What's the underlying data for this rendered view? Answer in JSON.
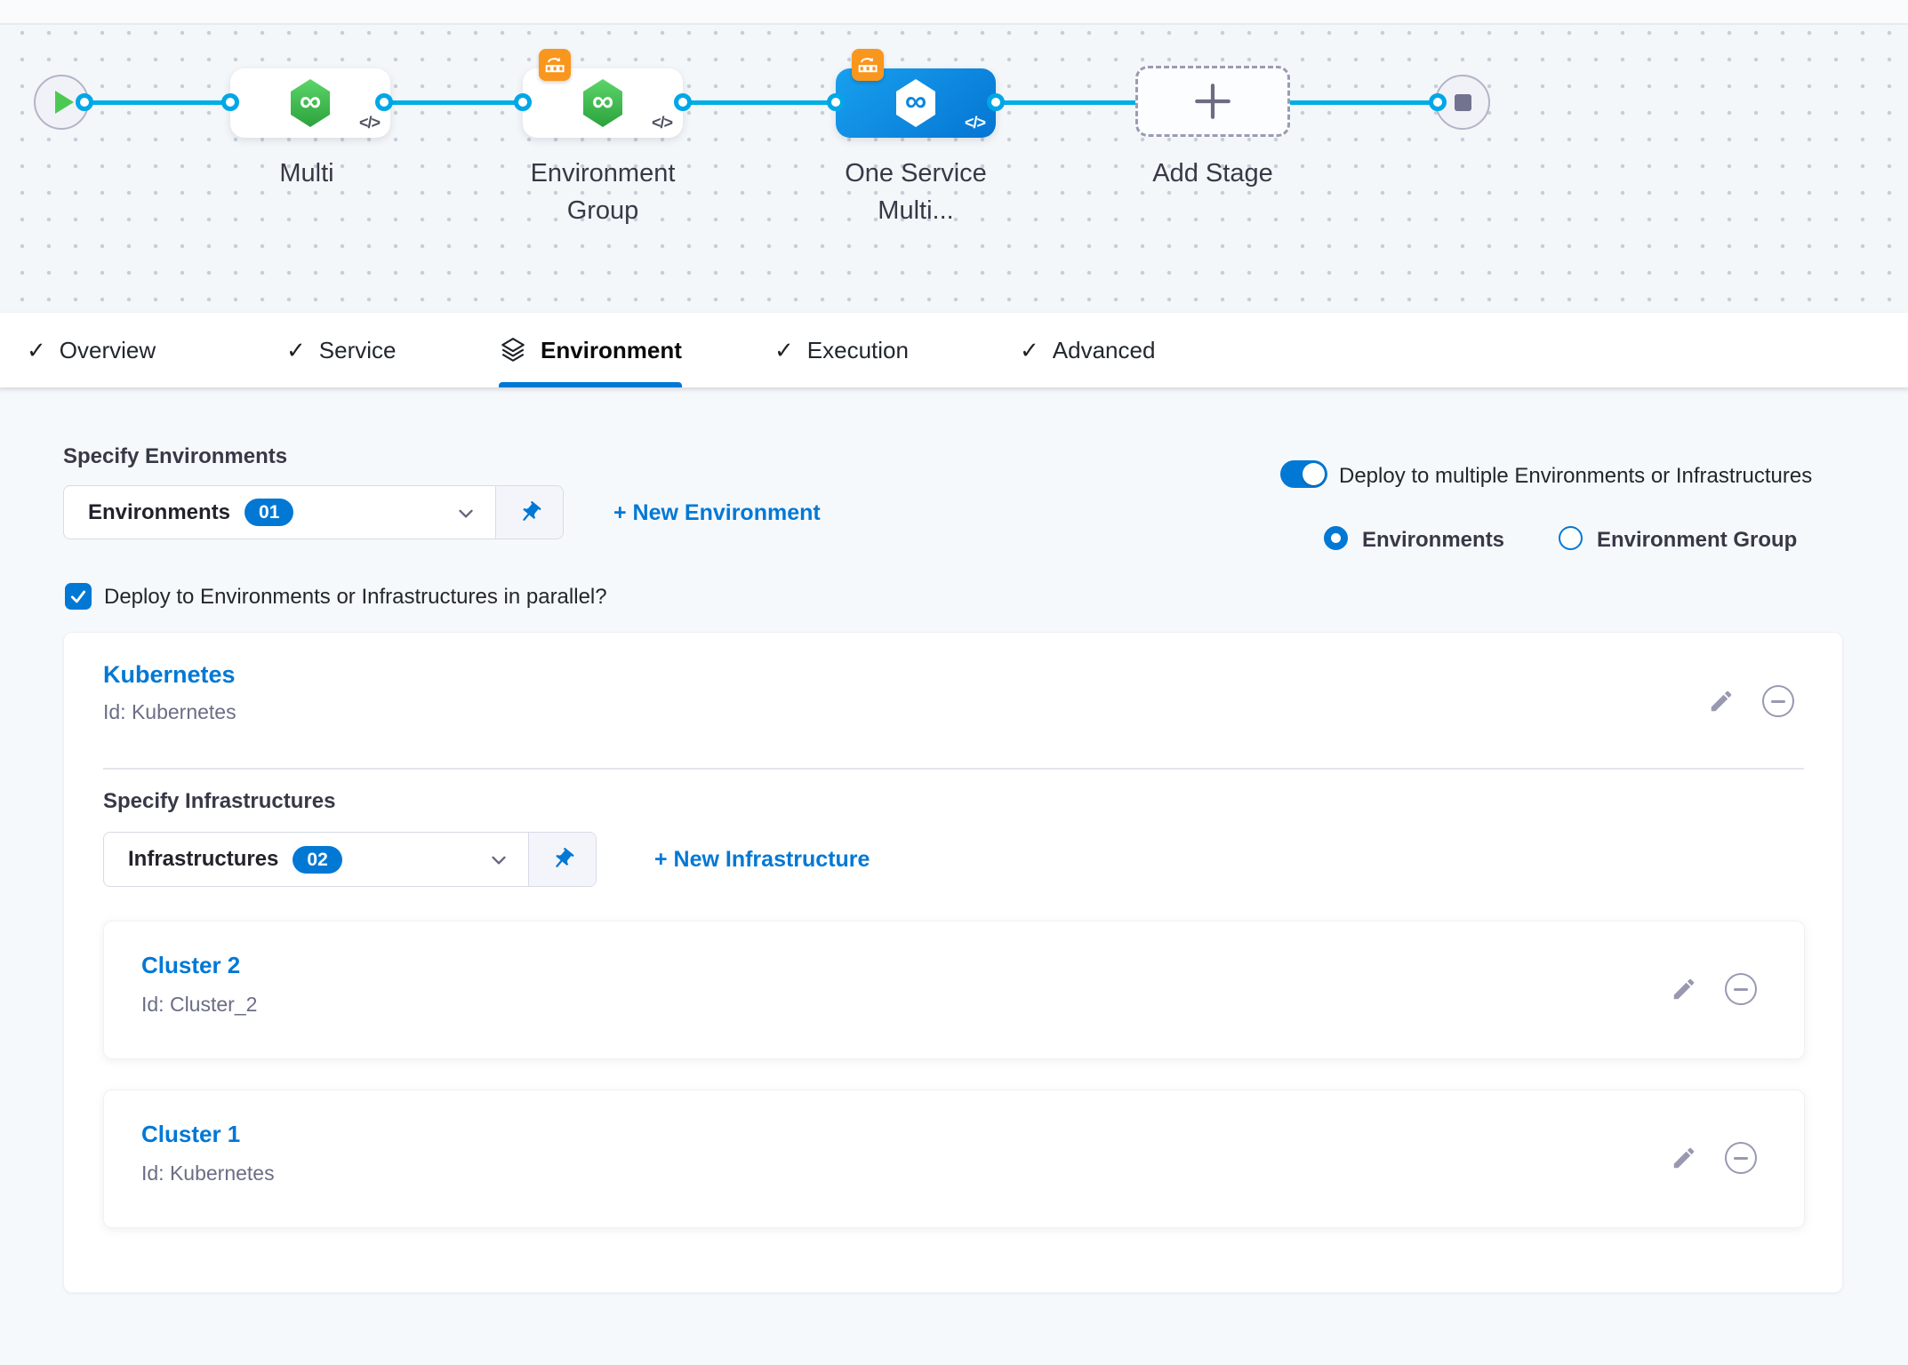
{
  "glyphs": {
    "check": "✓",
    "code": "</>",
    "infinity": "∞"
  },
  "pipeline": {
    "node_multi_label": "Multi",
    "node_env_group_line1": "Environment",
    "node_env_group_line2": "Group",
    "node_one_service_line1": "One Service",
    "node_one_service_line2": "Multi...",
    "add_stage_label": "Add Stage"
  },
  "tabs": [
    {
      "label": "Overview"
    },
    {
      "label": "Service"
    },
    {
      "label": "Environment"
    },
    {
      "label": "Execution"
    },
    {
      "label": "Advanced"
    }
  ],
  "environment_tab": {
    "specify_environments_label": "Specify Environments",
    "environments_select": {
      "value": "Environments",
      "count_badge": "01"
    },
    "new_environment_link": "+ New Environment",
    "deploy_multiple_label": "Deploy to multiple Environments or Infrastructures",
    "scope_options": {
      "environments": "Environments",
      "environment_group": "Environment Group"
    },
    "parallel_checkbox_label": "Deploy to Environments or Infrastructures in parallel?",
    "environment_card": {
      "title": "Kubernetes",
      "id_text": "Id: Kubernetes",
      "specify_infrastructures_label": "Specify Infrastructures",
      "infrastructures_select": {
        "value": "Infrastructures",
        "count_badge": "02"
      },
      "new_infrastructure_link": "+ New Infrastructure",
      "infrastructure_cards": [
        {
          "title": "Cluster 2",
          "id_text": "Id: Cluster_2"
        },
        {
          "title": "Cluster 1",
          "id_text": "Id: Kubernetes"
        }
      ]
    }
  },
  "colors": {
    "primary_blue": "#0278d5",
    "connector_blue": "#00ade4",
    "selected_node_blue": "#0b87e0",
    "badge_orange": "#f9961e",
    "hexagon_green": "#3fc14f",
    "text_dark": "#383946",
    "text_muted": "#6b6d85"
  }
}
